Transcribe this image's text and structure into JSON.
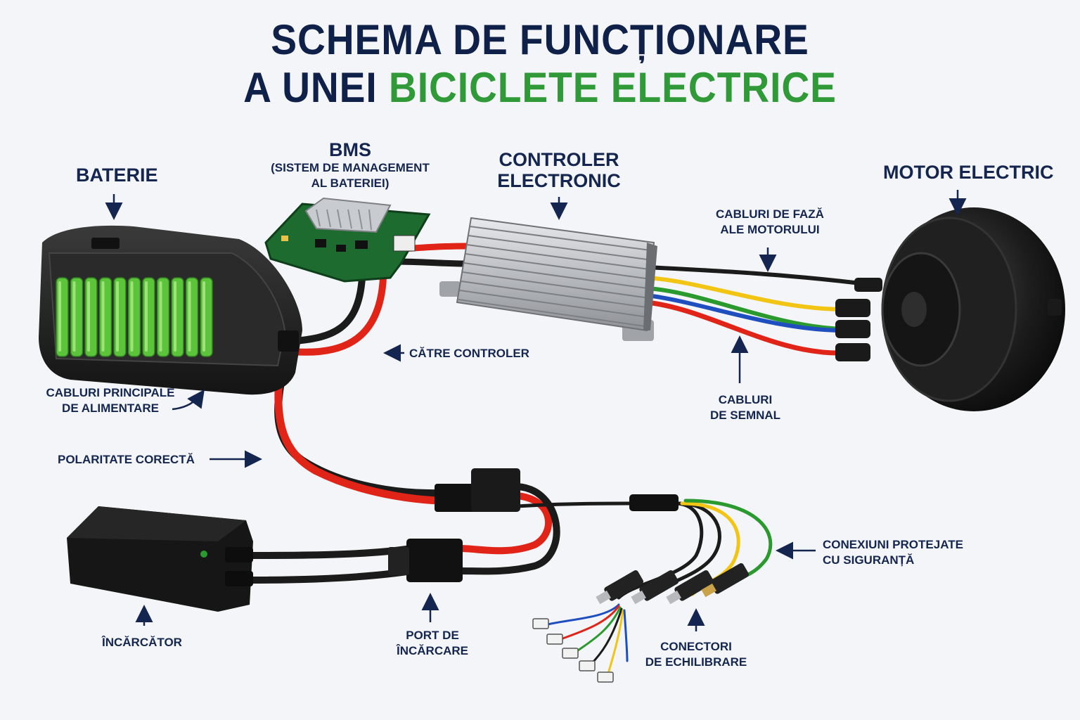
{
  "title": {
    "line1": "SCHEMA DE FUNCȚIONARE",
    "line2_prefix": "A UNEI ",
    "line2_accent": "BICICLETE ELECTRICE"
  },
  "labels": {
    "baterie": "BATERIE",
    "bms_title": "BMS",
    "bms_sub1": "(SISTEM DE MANAGEMENT",
    "bms_sub2": "AL BATERIEI)",
    "controler1": "CONTROLER",
    "controler2": "ELECTRONIC",
    "motor": "MOTOR ELECTRIC",
    "faza1": "CABLURI DE FAZĂ",
    "faza2": "ALE MOTORULUI",
    "catre_controler": "CĂTRE CONTROLER",
    "semnal1": "CABLURI",
    "semnal2": "DE SEMNAL",
    "principale1": "CABLURI PRINCIPALE",
    "principale2": "DE ALIMENTARE",
    "polaritate": "POLARITATE CORECTĂ",
    "protejate1": "CONEXIUNI PROTEJATE",
    "protejate2": "CU SIGURANȚĂ",
    "incarcator": "ÎNCĂRCĂTOR",
    "port1": "PORT DE",
    "port2": "ÎNCĂRCARE",
    "echilibrare1": "CONECTORI",
    "echilibrare2": "DE ECHILIBRARE"
  },
  "colors": {
    "title_dark": "#0f2148",
    "title_accent": "#2f9a37",
    "label": "#14264f",
    "wire_red": "#e02418",
    "wire_black": "#1b1b1b",
    "wire_yellow": "#f2c514",
    "wire_green": "#2a9a2e",
    "wire_blue": "#1f4fbf",
    "cell_green": "#5cc43a"
  }
}
